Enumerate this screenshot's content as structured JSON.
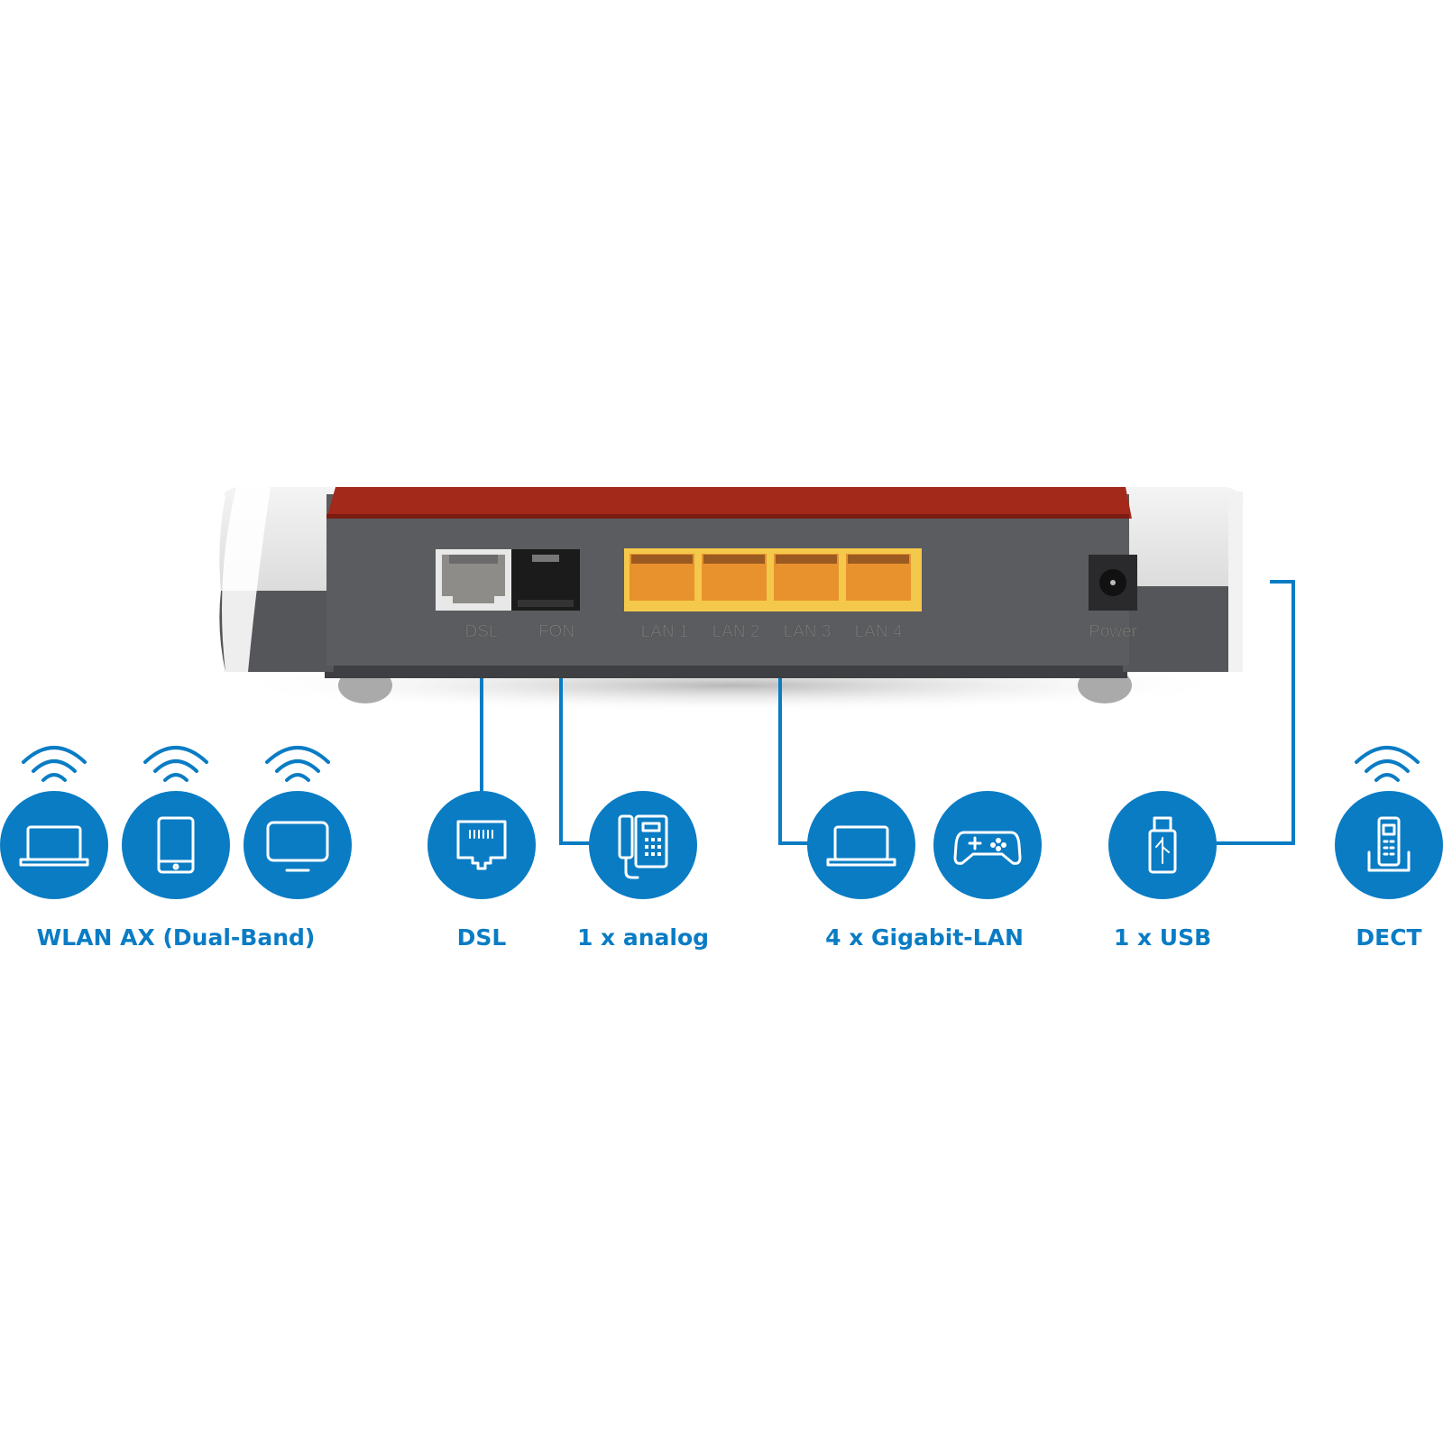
{
  "colors": {
    "accent": "#0a7cc4",
    "router_red": "#a3291b",
    "router_body": "#5b5c60",
    "lan_port": "#f0a43a"
  },
  "router": {
    "port_labels": {
      "dsl": "DSL",
      "fon": "FON",
      "lan1": "LAN 1",
      "lan2": "LAN 2",
      "lan3": "LAN 3",
      "lan4": "LAN 4",
      "power": "Power"
    }
  },
  "features": [
    {
      "label": "WLAN AX (Dual-Band)",
      "icons": [
        "laptop-icon",
        "smartphone-icon",
        "monitor-icon"
      ]
    },
    {
      "label": "DSL",
      "icons": [
        "ethernet-port-icon"
      ]
    },
    {
      "label": "1 x analog",
      "icons": [
        "desk-phone-icon"
      ]
    },
    {
      "label": "4 x Gigabit-LAN",
      "icons": [
        "laptop-icon",
        "gamepad-icon"
      ]
    },
    {
      "label": "1 x USB",
      "icons": [
        "usb-stick-icon"
      ]
    },
    {
      "label": "DECT",
      "icons": [
        "cordless-phone-icon"
      ]
    }
  ]
}
